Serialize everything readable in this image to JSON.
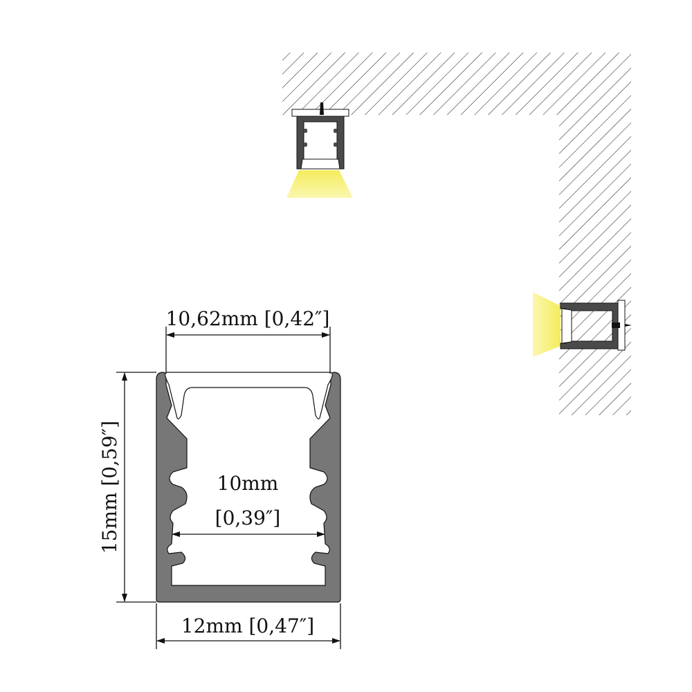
{
  "dimensions": {
    "top_width": "10,62mm [0,42″]",
    "inner_width_mm": "10mm",
    "inner_width_in": "[0,39″]",
    "bottom_width": "12mm [0,47″]",
    "height": "15mm [0,59″]"
  },
  "colors": {
    "profile": "#777777",
    "diffuser": "#ffffff",
    "light": "#f7f07a",
    "outline": "#111111",
    "hatch": "#333333"
  }
}
